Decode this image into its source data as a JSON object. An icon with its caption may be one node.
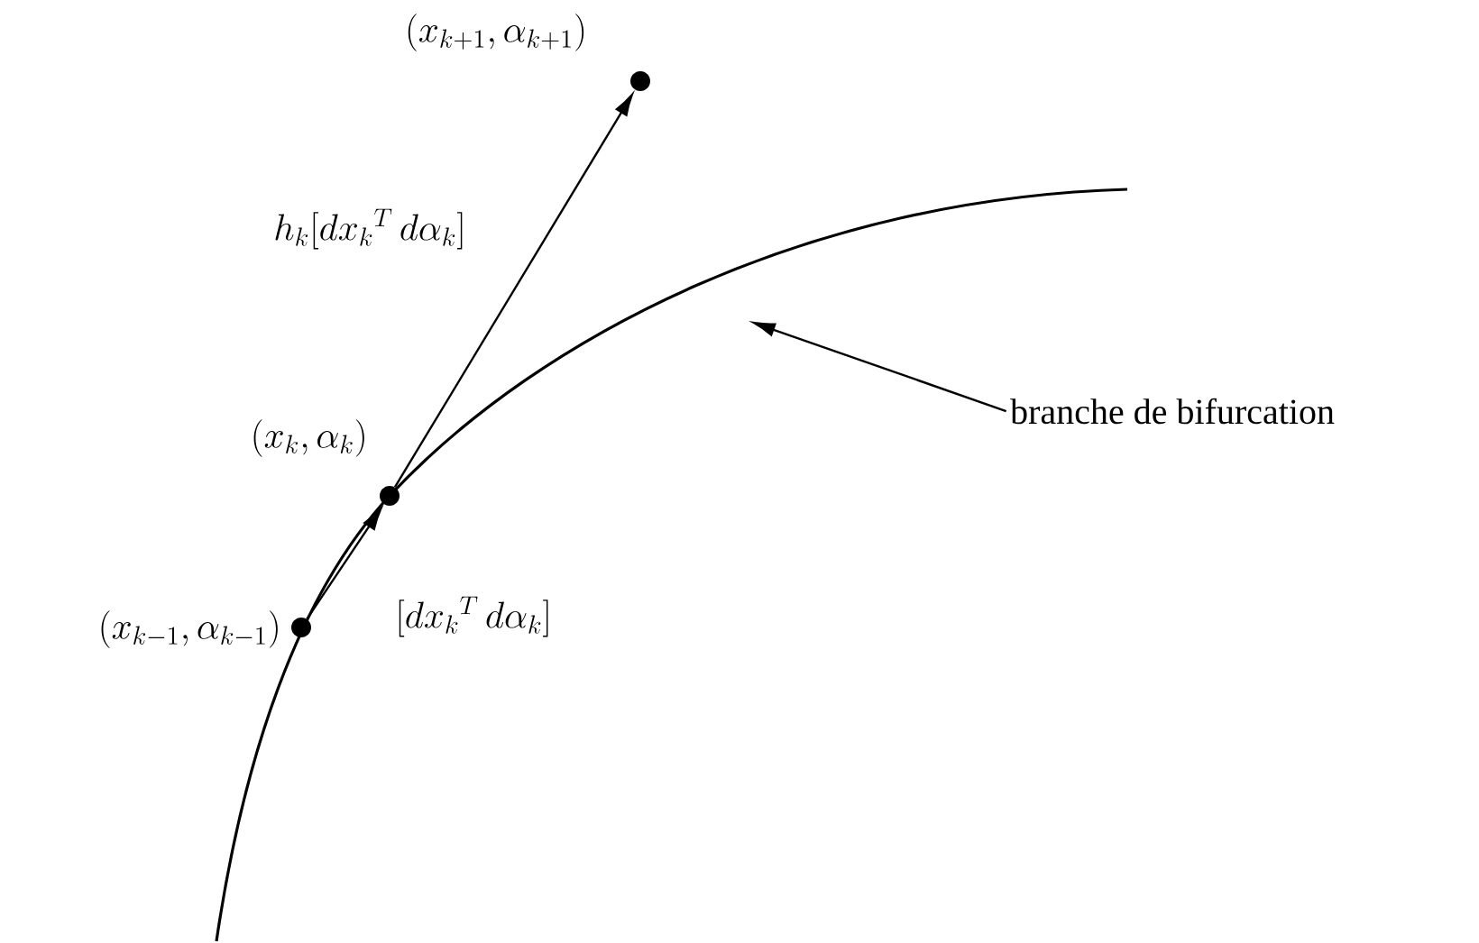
{
  "diagram": {
    "nodes": [
      {
        "text": [],
        "shape": "circle",
        "beside": [
          "(x_{k+1},\\alpha_{k+1})"
        ]
      },
      {
        "text": [],
        "shape": "circle",
        "beside": [
          "(x_k,\\alpha_k)"
        ]
      },
      {
        "text": [],
        "shape": "circle",
        "beside": [
          "(x_{k-1},\\alpha_{k-1})"
        ]
      },
      {
        "text": [
          "branche de bifurcation"
        ]
      }
    ],
    "edges": [
      {
        "from": 1,
        "to": 0,
        "arrow": "to",
        "label": "h_k[dx_k{}^T\\, d\\alpha_k]"
      },
      {
        "from": 2,
        "to": 1,
        "arrow": "to",
        "label": "[dx_k{}^T\\, d\\alpha_k]"
      },
      {
        "from": 3,
        "to": null,
        "arrow": "to"
      }
    ]
  }
}
